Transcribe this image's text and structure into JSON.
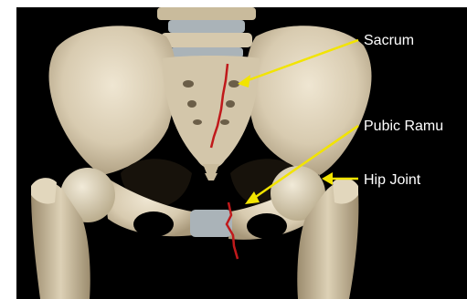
{
  "annotations": {
    "sacrum": "Sacrum",
    "pubic_ramus": "Pubic Ramu",
    "hip_joint": "Hip Joint"
  },
  "colors": {
    "background": "#000000",
    "bone": "#d8cbb0",
    "bone_shadow": "#a8987a",
    "cartilage": "#aab3b8",
    "arrow": "#f2e400",
    "fracture": "#c0191b",
    "text": "#ffffff"
  }
}
